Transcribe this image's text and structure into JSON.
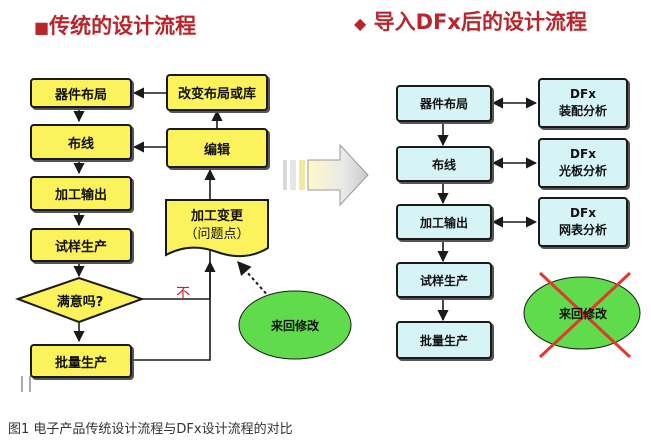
{
  "titles": {
    "left": "传统的设计流程",
    "right": "导入DFx后的设计流程",
    "left_marker": "■",
    "right_marker": "◆"
  },
  "left_flow": {
    "component_layout": "器件布局",
    "routing": "布线",
    "manufacturing_output": "加工输出",
    "trial_production": "试样生产",
    "decision": "满意吗?",
    "mass_production": "批量生产",
    "change_layout": "改变布局或库",
    "edit": "编辑",
    "process_change_line1": "加工变更",
    "process_change_line2": "（问题点）",
    "no_label": "不",
    "rework": "来回修改"
  },
  "right_flow": {
    "component_layout": "器件布局",
    "routing": "布线",
    "manufacturing_output": "加工输出",
    "trial_production": "试样生产",
    "mass_production": "批量生产",
    "dfx1_title": "DFx",
    "dfx1_sub": "装配分析",
    "dfx2_title": "DFx",
    "dfx2_sub": "光板分析",
    "dfx3_title": "DFx",
    "dfx3_sub": "网表分析",
    "rework_crossed": "来回修改"
  },
  "caption": "图1 电子产品传统设计流程与DFx设计流程的对比",
  "colors": {
    "title": "#b8262c",
    "yellow_box": "#fbf25c",
    "cyan_box": "#d6f4f6",
    "green_oval": "#5fdb4c",
    "cross": "#e03a2a"
  }
}
